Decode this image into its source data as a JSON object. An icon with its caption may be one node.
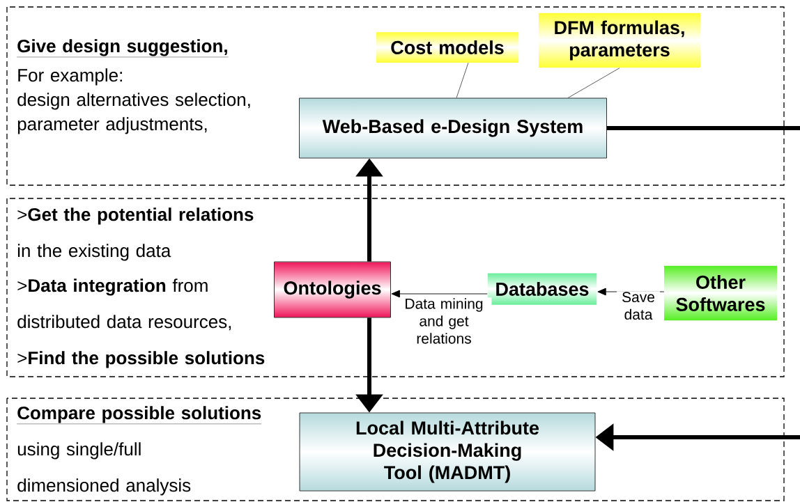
{
  "diagram": {
    "nodes": [
      {
        "text": [
          "Give design suggestion,",
          "For example:",
          "design alternatives selection, parameter adjustments,"
        ]
      },
      {
        "text": [
          "Cost models"
        ],
        "in": 0
      },
      {
        "text": [
          "DFM formulas, parameters"
        ],
        "in": 0
      },
      {
        "text": [
          "Web-Based e-Design System"
        ],
        "in": 0
      },
      {
        "text": [
          ">**Get the potential relations** in the existing data",
          ">**Data integration** from distributed data resources,",
          ">**Find the possible solutions**"
        ]
      },
      {
        "text": [
          "Ontologies"
        ],
        "in": 4
      },
      {
        "text": [
          "Databases"
        ],
        "in": 4
      },
      {
        "text": [
          "Other Softwares"
        ],
        "in": 4
      },
      {
        "text": [
          "Compare possible solutions",
          "using single/full dimensioned analysis"
        ]
      },
      {
        "text": [
          "Local Multi-Attribute Decision-Making Tool (MADMT)"
        ],
        "in": 8
      }
    ],
    "edges": [
      {
        "from": 1,
        "to": 3,
        "arrow": "none"
      },
      {
        "from": 2,
        "to": 3,
        "arrow": "none"
      },
      {
        "from": 5,
        "to": 3,
        "arrow": "to",
        "style": "thick"
      },
      {
        "from": 5,
        "to": 9,
        "arrow": "to",
        "style": "thick"
      },
      {
        "from": 6,
        "to": 5,
        "arrow": "to",
        "label": "Data mining and get relations"
      },
      {
        "from": 7,
        "to": 6,
        "arrow": "to",
        "label": "Save data"
      },
      {
        "from": 3,
        "to": null,
        "arrow": "none",
        "style": "thick"
      },
      {
        "from": null,
        "to": 9,
        "arrow": "to",
        "style": "thick"
      }
    ]
  }
}
